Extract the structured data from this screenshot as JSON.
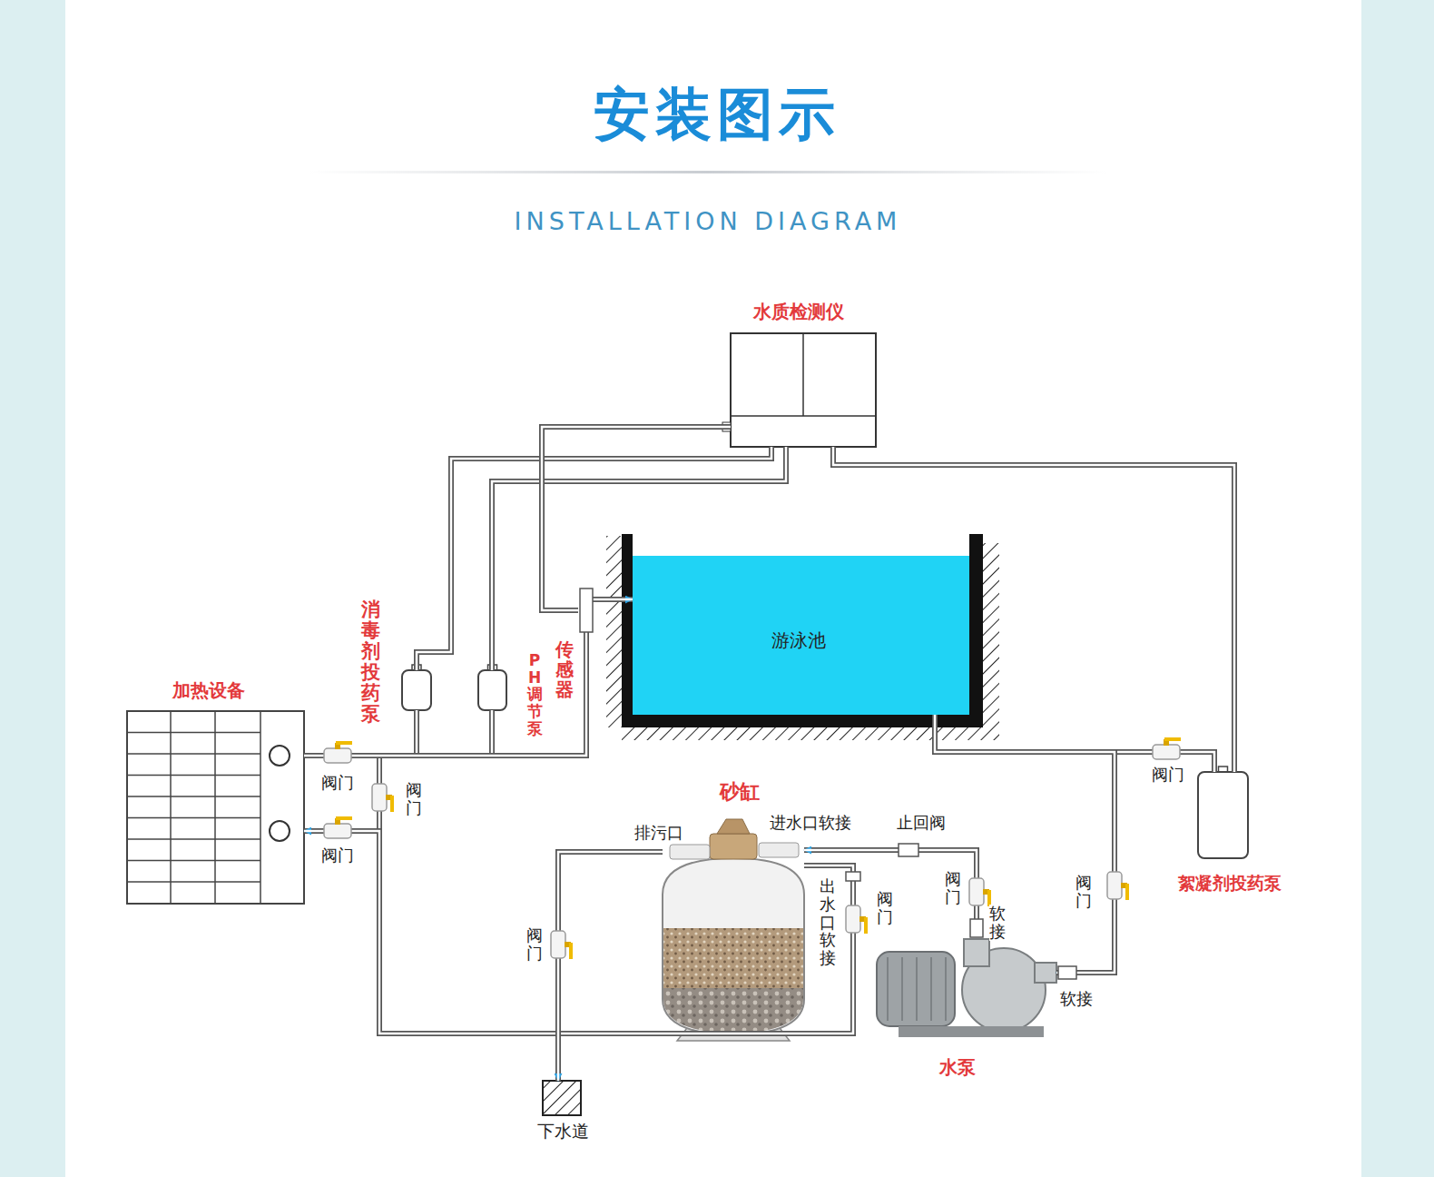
{
  "diagram": {
    "title": "安装图示",
    "nodes": [
      {
        "text": [
          "水质检测仪"
        ]
      },
      {
        "text": [
          "游泳池"
        ]
      },
      {
        "text": [
          "加热设备"
        ]
      },
      {
        "text": [
          "消毒剂投药泵"
        ]
      },
      {
        "text": [
          "PH调节泵"
        ]
      },
      {
        "text": [
          "传感器"
        ]
      },
      {
        "text": [
          "砂缸"
        ]
      },
      {
        "text": [
          "水泵"
        ]
      },
      {
        "text": [
          "絮凝剂投药泵"
        ]
      },
      {
        "text": [
          "下水道"
        ]
      }
    ],
    "edges": [
      {
        "from": 0,
        "to": 3,
        "arrow": "none"
      },
      {
        "from": 0,
        "to": 4,
        "arrow": "none"
      },
      {
        "from": 0,
        "to": 5,
        "arrow": "none"
      },
      {
        "from": 0,
        "to": 8,
        "arrow": "none"
      },
      {
        "from": 1,
        "to": 7,
        "arrow": "to"
      },
      {
        "from": 7,
        "to": 6,
        "arrow": "to"
      },
      {
        "from": 6,
        "to": 2,
        "arrow": "to"
      },
      {
        "from": 2,
        "to": 1,
        "arrow": "to"
      },
      {
        "from": 6,
        "to": 9,
        "arrow": "to"
      }
    ],
    "labels": [
      "INSTALLATION DIAGRAM",
      "阀门",
      "阀门",
      "阀门",
      "排污口",
      "进水口软接",
      "止回阀",
      "出水口软接",
      "阀门",
      "阀门",
      "软接",
      "阀门",
      "阀门",
      "阀门",
      "软接"
    ]
  }
}
